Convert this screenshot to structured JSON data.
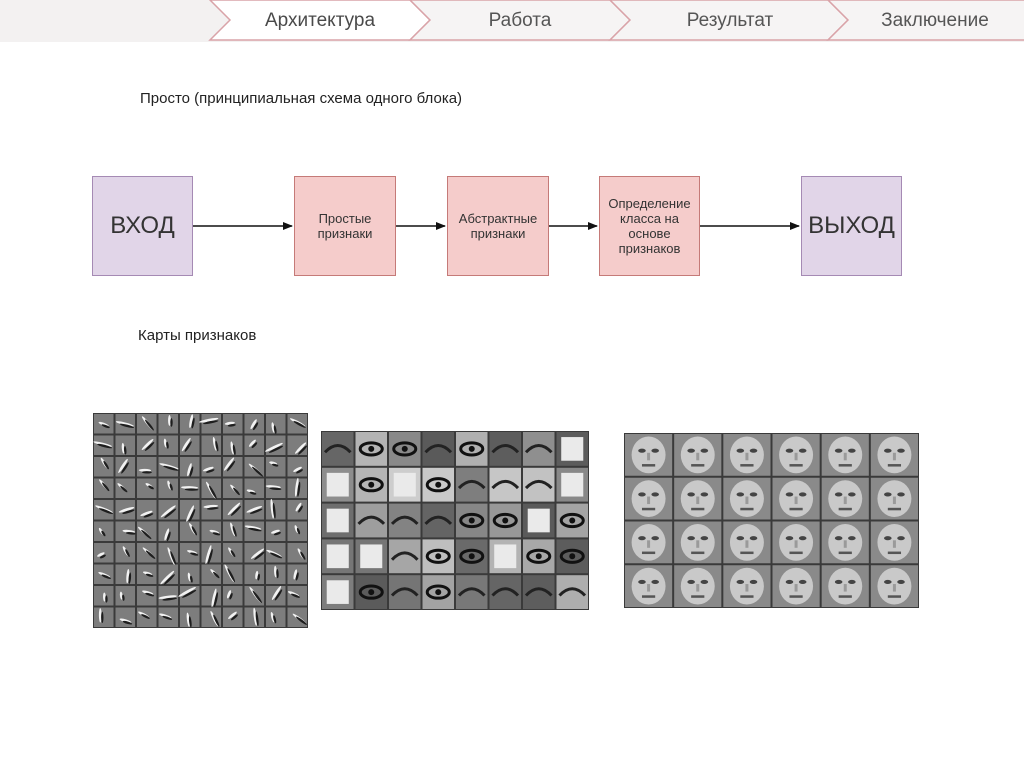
{
  "tabs": [
    {
      "label": "Архитектура",
      "active": true
    },
    {
      "label": "Работа",
      "active": false
    },
    {
      "label": "Результат",
      "active": false
    },
    {
      "label": "Заключение",
      "active": false
    }
  ],
  "captions": {
    "block_scheme": "Просто (принципиальная схема одного блока)",
    "feature_maps": "Карты признаков"
  },
  "diagram": {
    "input": "ВХОД",
    "simple_features": "Простые признаки",
    "abstract_features": "Абстрактные признаки",
    "classification": "Определение класса на основе признаков",
    "output": "ВЫХОД"
  },
  "colors": {
    "io_fill": "#e1d5e8",
    "proc_fill": "#f5cccb",
    "tab_border": "#d9a3a8",
    "feature_bg": "#7d7d7d"
  },
  "feature_maps": {
    "edges_grid": {
      "rows": 10,
      "cols": 10
    },
    "parts_grid": {
      "rows": 5,
      "cols": 8
    },
    "faces_grid": {
      "rows": 4,
      "cols": 6
    }
  }
}
